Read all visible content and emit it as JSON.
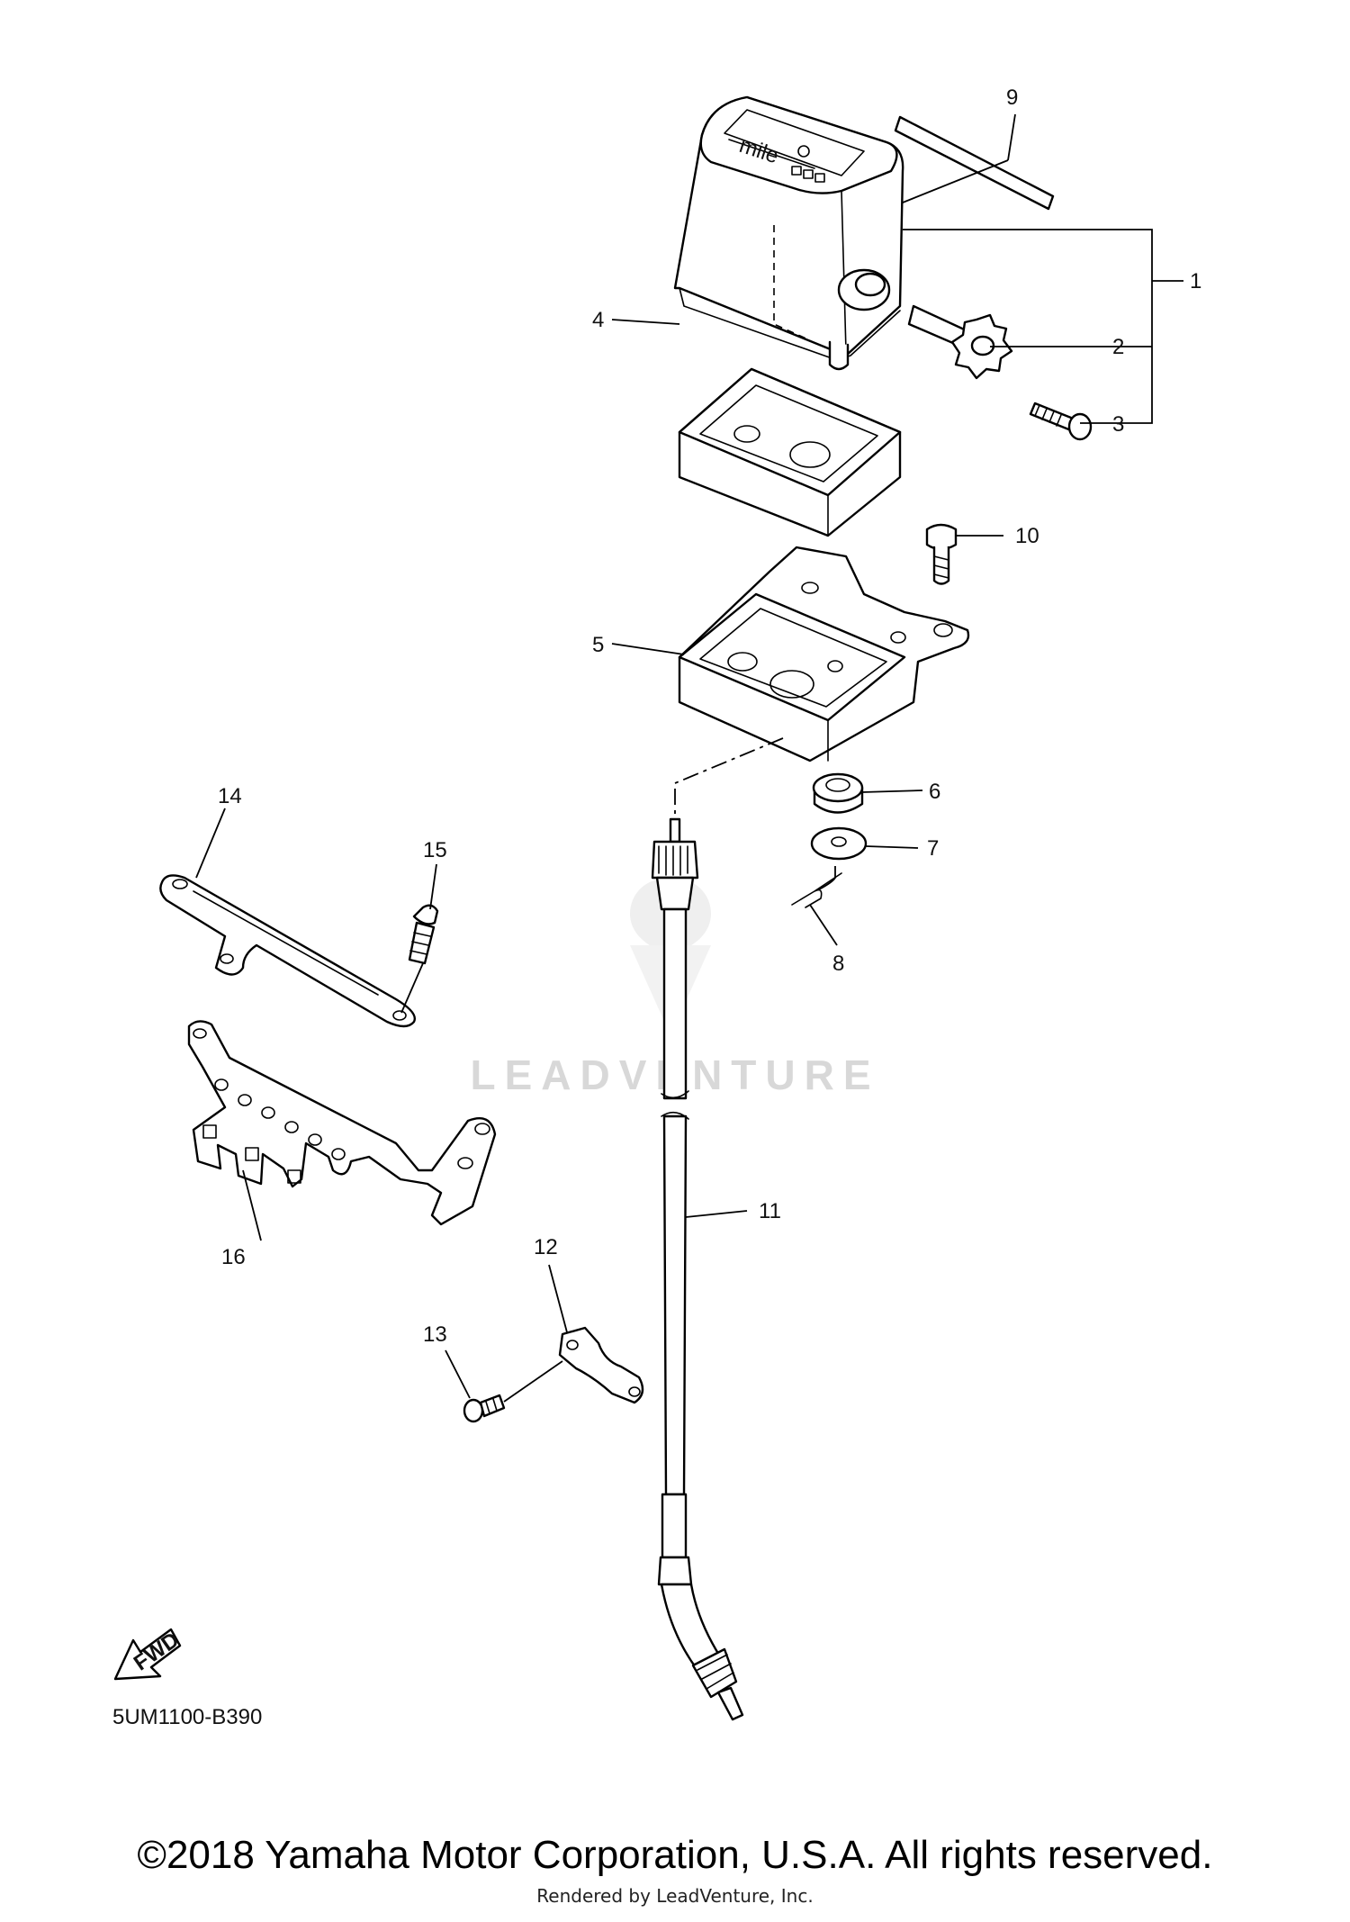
{
  "watermark": "LEADVENTURE",
  "diagram_code": "5UM1100-B390",
  "fwd_label": "FWD",
  "meter_face_label": "mile",
  "callouts": {
    "c1": "1",
    "c2": "2",
    "c3": "3",
    "c4": "4",
    "c5": "5",
    "c6": "6",
    "c7": "7",
    "c8": "8",
    "c9": "9",
    "c10": "10",
    "c11": "11",
    "c12": "12",
    "c13": "13",
    "c14": "14",
    "c15": "15",
    "c16": "16"
  },
  "copyright": "©2018 Yamaha Motor Corporation, U.S.A. All rights reserved.",
  "rendered_by": "Rendered by LeadVenture, Inc."
}
